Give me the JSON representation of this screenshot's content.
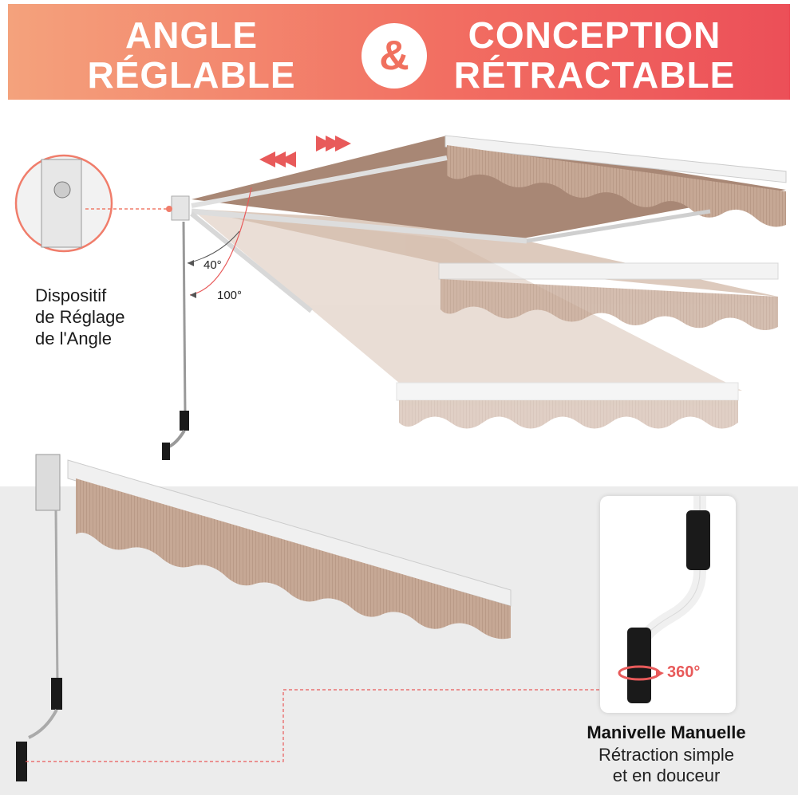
{
  "banner": {
    "left_line1": "ANGLE",
    "left_line2": "RÉGLABLE",
    "ampersand": "&",
    "right_line1": "CONCEPTION",
    "right_line2": "RÉTRACTABLE"
  },
  "adjuster_caption": {
    "line1": "Dispositif",
    "line2": "de Réglage",
    "line3": "de l'Angle"
  },
  "angles": {
    "min": "40°",
    "max": "100°"
  },
  "crank": {
    "rotation": "360°",
    "title": "Manivelle Manuelle",
    "subtitle_line1": "Rétraction simple",
    "subtitle_line2": "et en douceur"
  },
  "colors": {
    "banner_start": "#f4a27c",
    "banner_end": "#ec4f58",
    "fabric": "#c9ab98",
    "fabric_dark": "#a88775",
    "accent": "#e85a5a"
  }
}
